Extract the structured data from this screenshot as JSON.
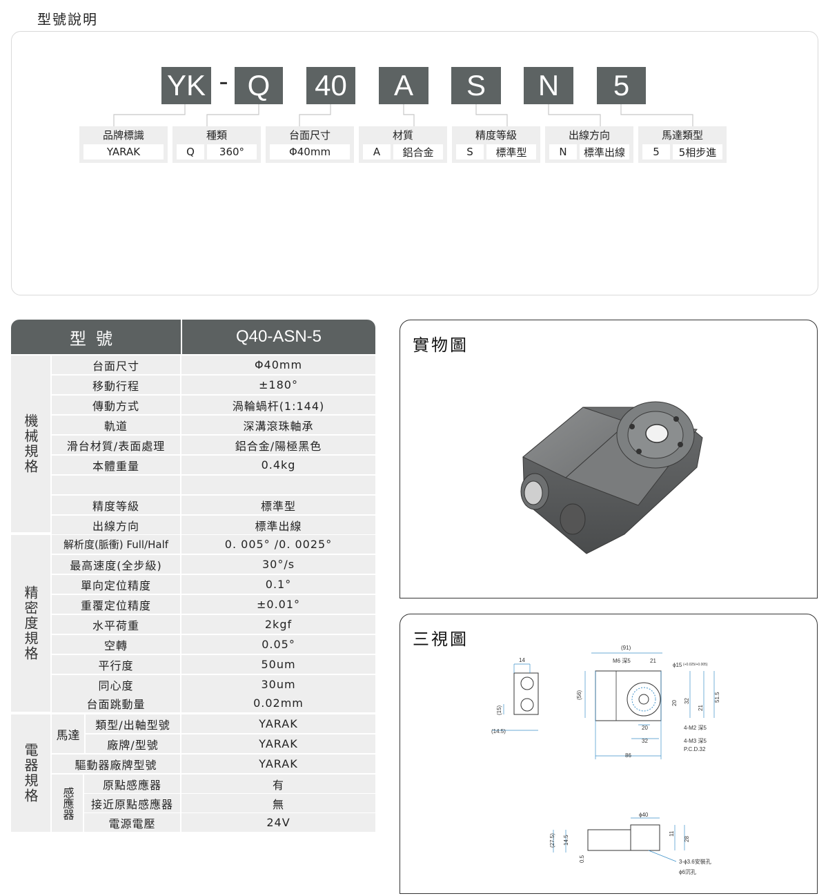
{
  "section_title": "型號說明",
  "model_code": {
    "blocks": [
      "YK",
      "Q",
      "40",
      "A",
      "S",
      "N",
      "5"
    ],
    "dash": "-"
  },
  "categories": [
    {
      "label": "品牌標識",
      "cells": [
        "YARAK"
      ]
    },
    {
      "label": "種類",
      "cells": [
        "Q",
        "360°"
      ]
    },
    {
      "label": "台面尺寸",
      "cells": [
        "Φ40mm"
      ]
    },
    {
      "label": "材質",
      "cells": [
        "A",
        "鋁合金"
      ]
    },
    {
      "label": "精度等級",
      "cells": [
        "S",
        "標準型"
      ]
    },
    {
      "label": "出線方向",
      "cells": [
        "N",
        "標準出線"
      ]
    },
    {
      "label": "馬達類型",
      "cells": [
        "5",
        "5相步進"
      ]
    }
  ],
  "spec_table": {
    "header_label": "型號",
    "header_value": "Q40-ASN-5",
    "groups": [
      "機械規格",
      "精密度規格",
      "電器規格"
    ],
    "subgroups": {
      "motor": "馬達",
      "sensor": "感應器"
    },
    "rows": [
      {
        "label": "台面尺寸",
        "value": "Φ40mm"
      },
      {
        "label": "移動行程",
        "value": "±180°"
      },
      {
        "label": "傳動方式",
        "value": "渦輪蝸杆(1:144)"
      },
      {
        "label": "軌道",
        "value": "深溝滾珠軸承"
      },
      {
        "label": "滑台材質/表面處理",
        "value": "鋁合金/陽極黑色"
      },
      {
        "label": "本體重量",
        "value": "0.4kg"
      },
      {
        "label": "",
        "value": ""
      },
      {
        "label": "精度等級",
        "value": "標準型"
      },
      {
        "label": "出線方向",
        "value": "標準出線"
      },
      {
        "label": "解析度(脈衝) Full/Half",
        "value": "0. 005° /0. 0025°"
      },
      {
        "label": "最高速度(全步級)",
        "value": "30°/s"
      },
      {
        "label": "單向定位精度",
        "value": "0.1°"
      },
      {
        "label": "重覆定位精度",
        "value": "±0.01°"
      },
      {
        "label": "水平荷重",
        "value": "2kgf"
      },
      {
        "label": "空轉",
        "value": "0.05°"
      },
      {
        "label": "平行度",
        "value": "50um"
      },
      {
        "label": "同心度",
        "value": "30um"
      },
      {
        "label": "台面跳動量",
        "value": "0.02mm"
      },
      {
        "label": "類型/出軸型號",
        "value": "YARAK"
      },
      {
        "label": "廠牌/型號",
        "value": "YARAK"
      },
      {
        "label": "驅動器廠牌型號",
        "value": "YARAK"
      },
      {
        "label": "原點感應器",
        "value": "有"
      },
      {
        "label": "接近原點感應器",
        "value": "無"
      },
      {
        "label": "電源電壓",
        "value": "24V"
      }
    ]
  },
  "photo_panel": {
    "title": "實物圖"
  },
  "drawing_panel": {
    "title": "三視圖",
    "dims": {
      "d91": "(91)",
      "m6": "M6 深5",
      "d21a": "21",
      "phi15": "ϕ15",
      "tol": "(+0.025/+0.005)",
      "d14": "14",
      "d56": "(56)",
      "d15": "(15)",
      "d145": "(14.5)",
      "d20a": "20",
      "d32a": "32",
      "d21b": "21",
      "d515": "51.5",
      "d20b": "20",
      "d32b": "32",
      "d86": "86",
      "m2": "4-M2 深5",
      "m3": "4-M3 深5",
      "pcd": "P.C.D.32",
      "phi40": "ϕ40",
      "d275": "(27.5)",
      "d145b": "14.5",
      "d05": "0.5",
      "d11": "11",
      "d28": "28",
      "hole": "3-ϕ3.6安裝孔",
      "sink": "ϕ6沉孔"
    }
  },
  "colors": {
    "dark_block": "#5d6363",
    "table_bg": "#eeeeee",
    "header_bg": "#5c6161",
    "dim_blue": "#3a8fc8"
  }
}
